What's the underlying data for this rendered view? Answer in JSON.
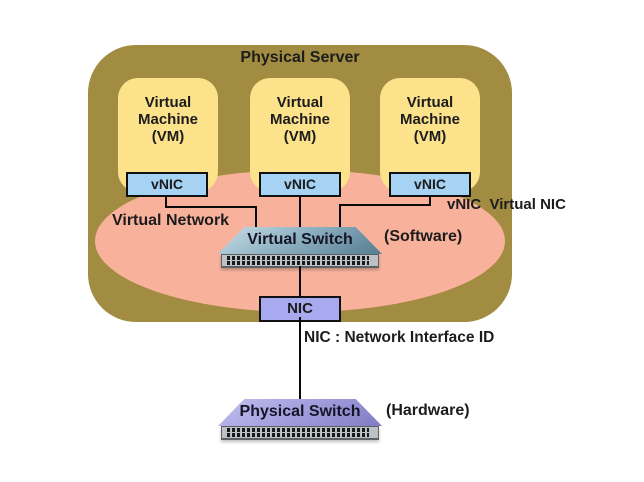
{
  "diagram": {
    "server": {
      "label": "Physical Server"
    },
    "vms": [
      {
        "label": "Virtual\nMachine\n(VM)"
      },
      {
        "label": "Virtual\nMachine\n(VM)"
      },
      {
        "label": "Virtual\nMachine\n(VM)"
      }
    ],
    "vnics": [
      {
        "label": "vNIC"
      },
      {
        "label": "vNIC"
      },
      {
        "label": "vNIC"
      }
    ],
    "virtual_network": {
      "label": "Virtual Network"
    },
    "virtual_switch": {
      "label": "Virtual Switch",
      "annotation": "(Software)"
    },
    "vnic_note": "vNIC  Virtual NIC",
    "nic": {
      "label": "NIC",
      "note": "NIC : Network Interface ID"
    },
    "physical_switch": {
      "label": "Physical Switch",
      "annotation": "(Hardware)"
    },
    "colors": {
      "server_fill": "#A28C41",
      "vm_fill": "#FBE28B",
      "network_fill": "#F8B29C",
      "vnic_fill": "#A6D2F3",
      "nic_fill": "#A9A9EF",
      "virtual_switch_top": "#8FB2C3",
      "physical_switch_top": "#A5A1E0",
      "connector": "#000000",
      "text": "#1C1C1C",
      "background": "#FFFFFF"
    }
  }
}
